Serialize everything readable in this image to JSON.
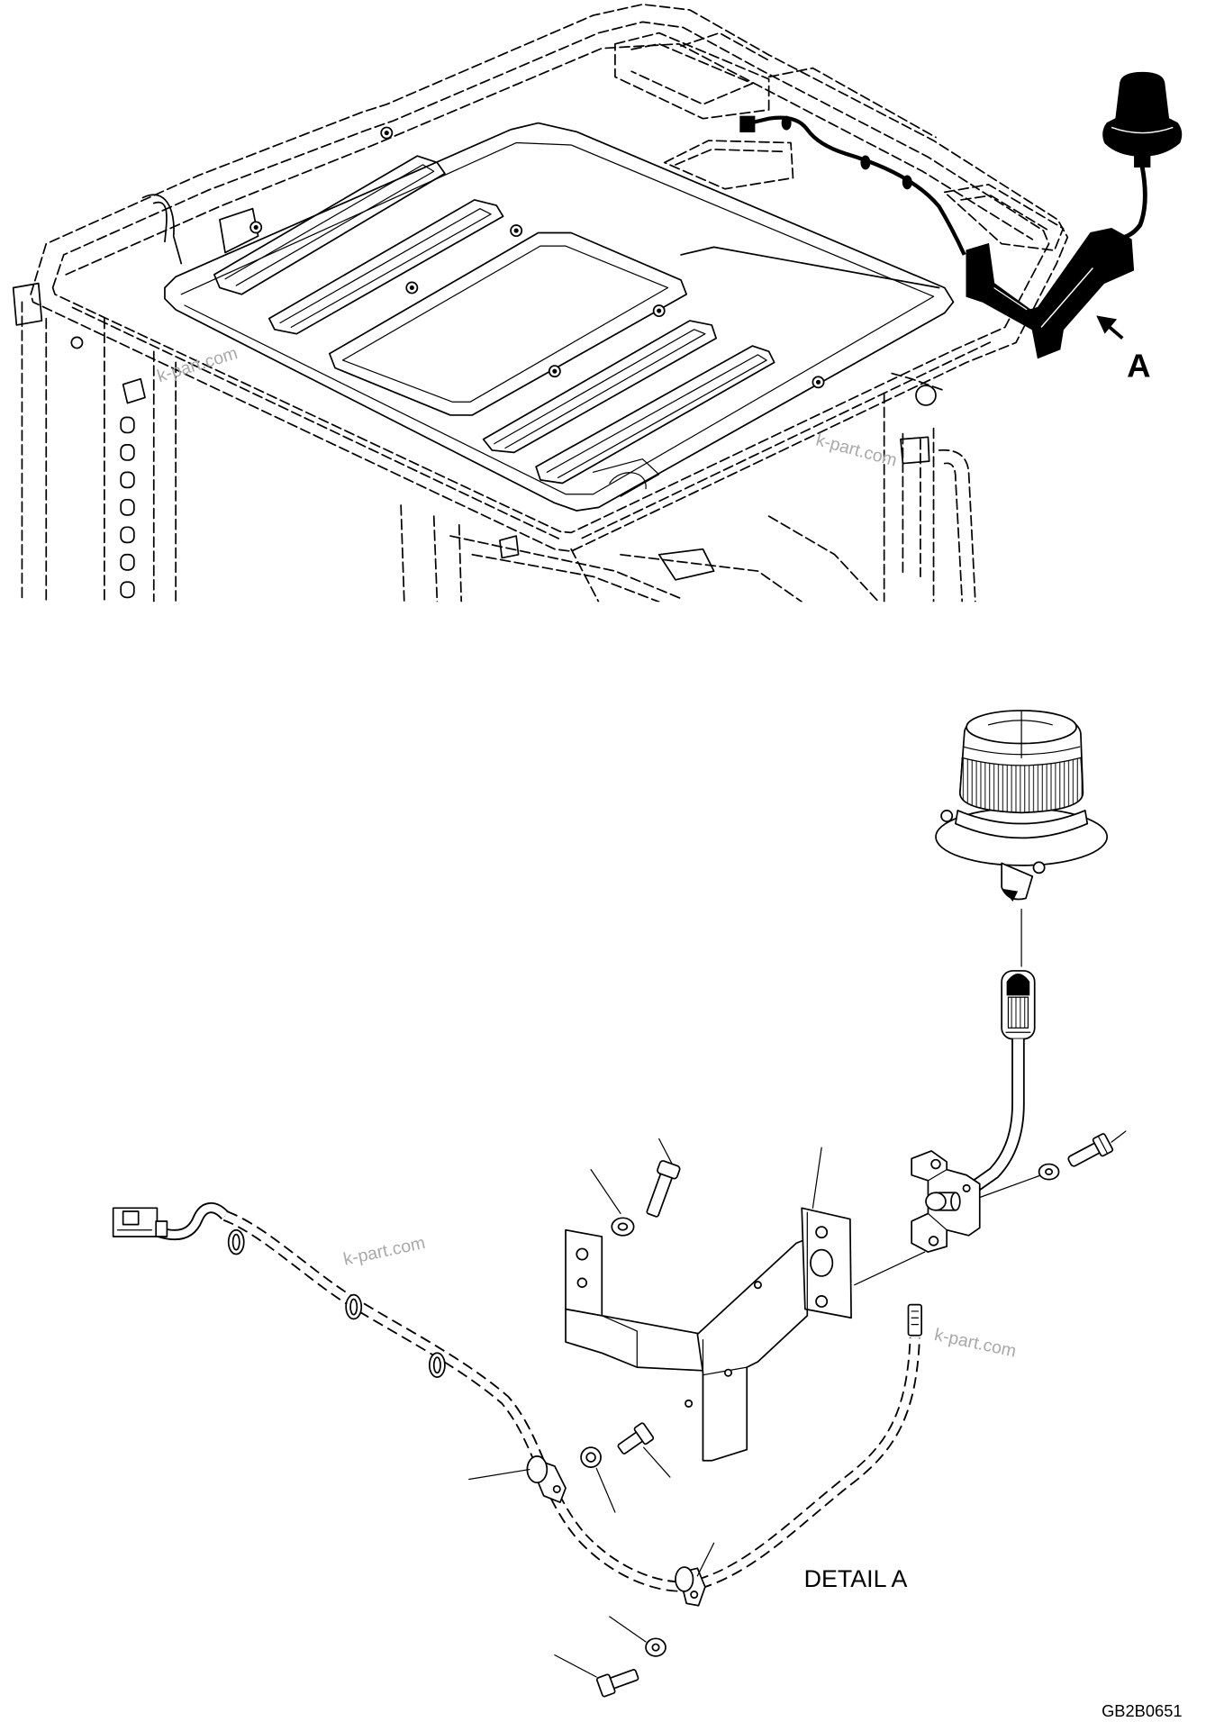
{
  "diagram": {
    "view_arrow_label": "A",
    "detail_title": "DETAIL A",
    "figure_code": "GB2B0651",
    "watermarks": [
      "k-part.com",
      "k-part.com",
      "k-part.com",
      "k-part.com"
    ]
  }
}
